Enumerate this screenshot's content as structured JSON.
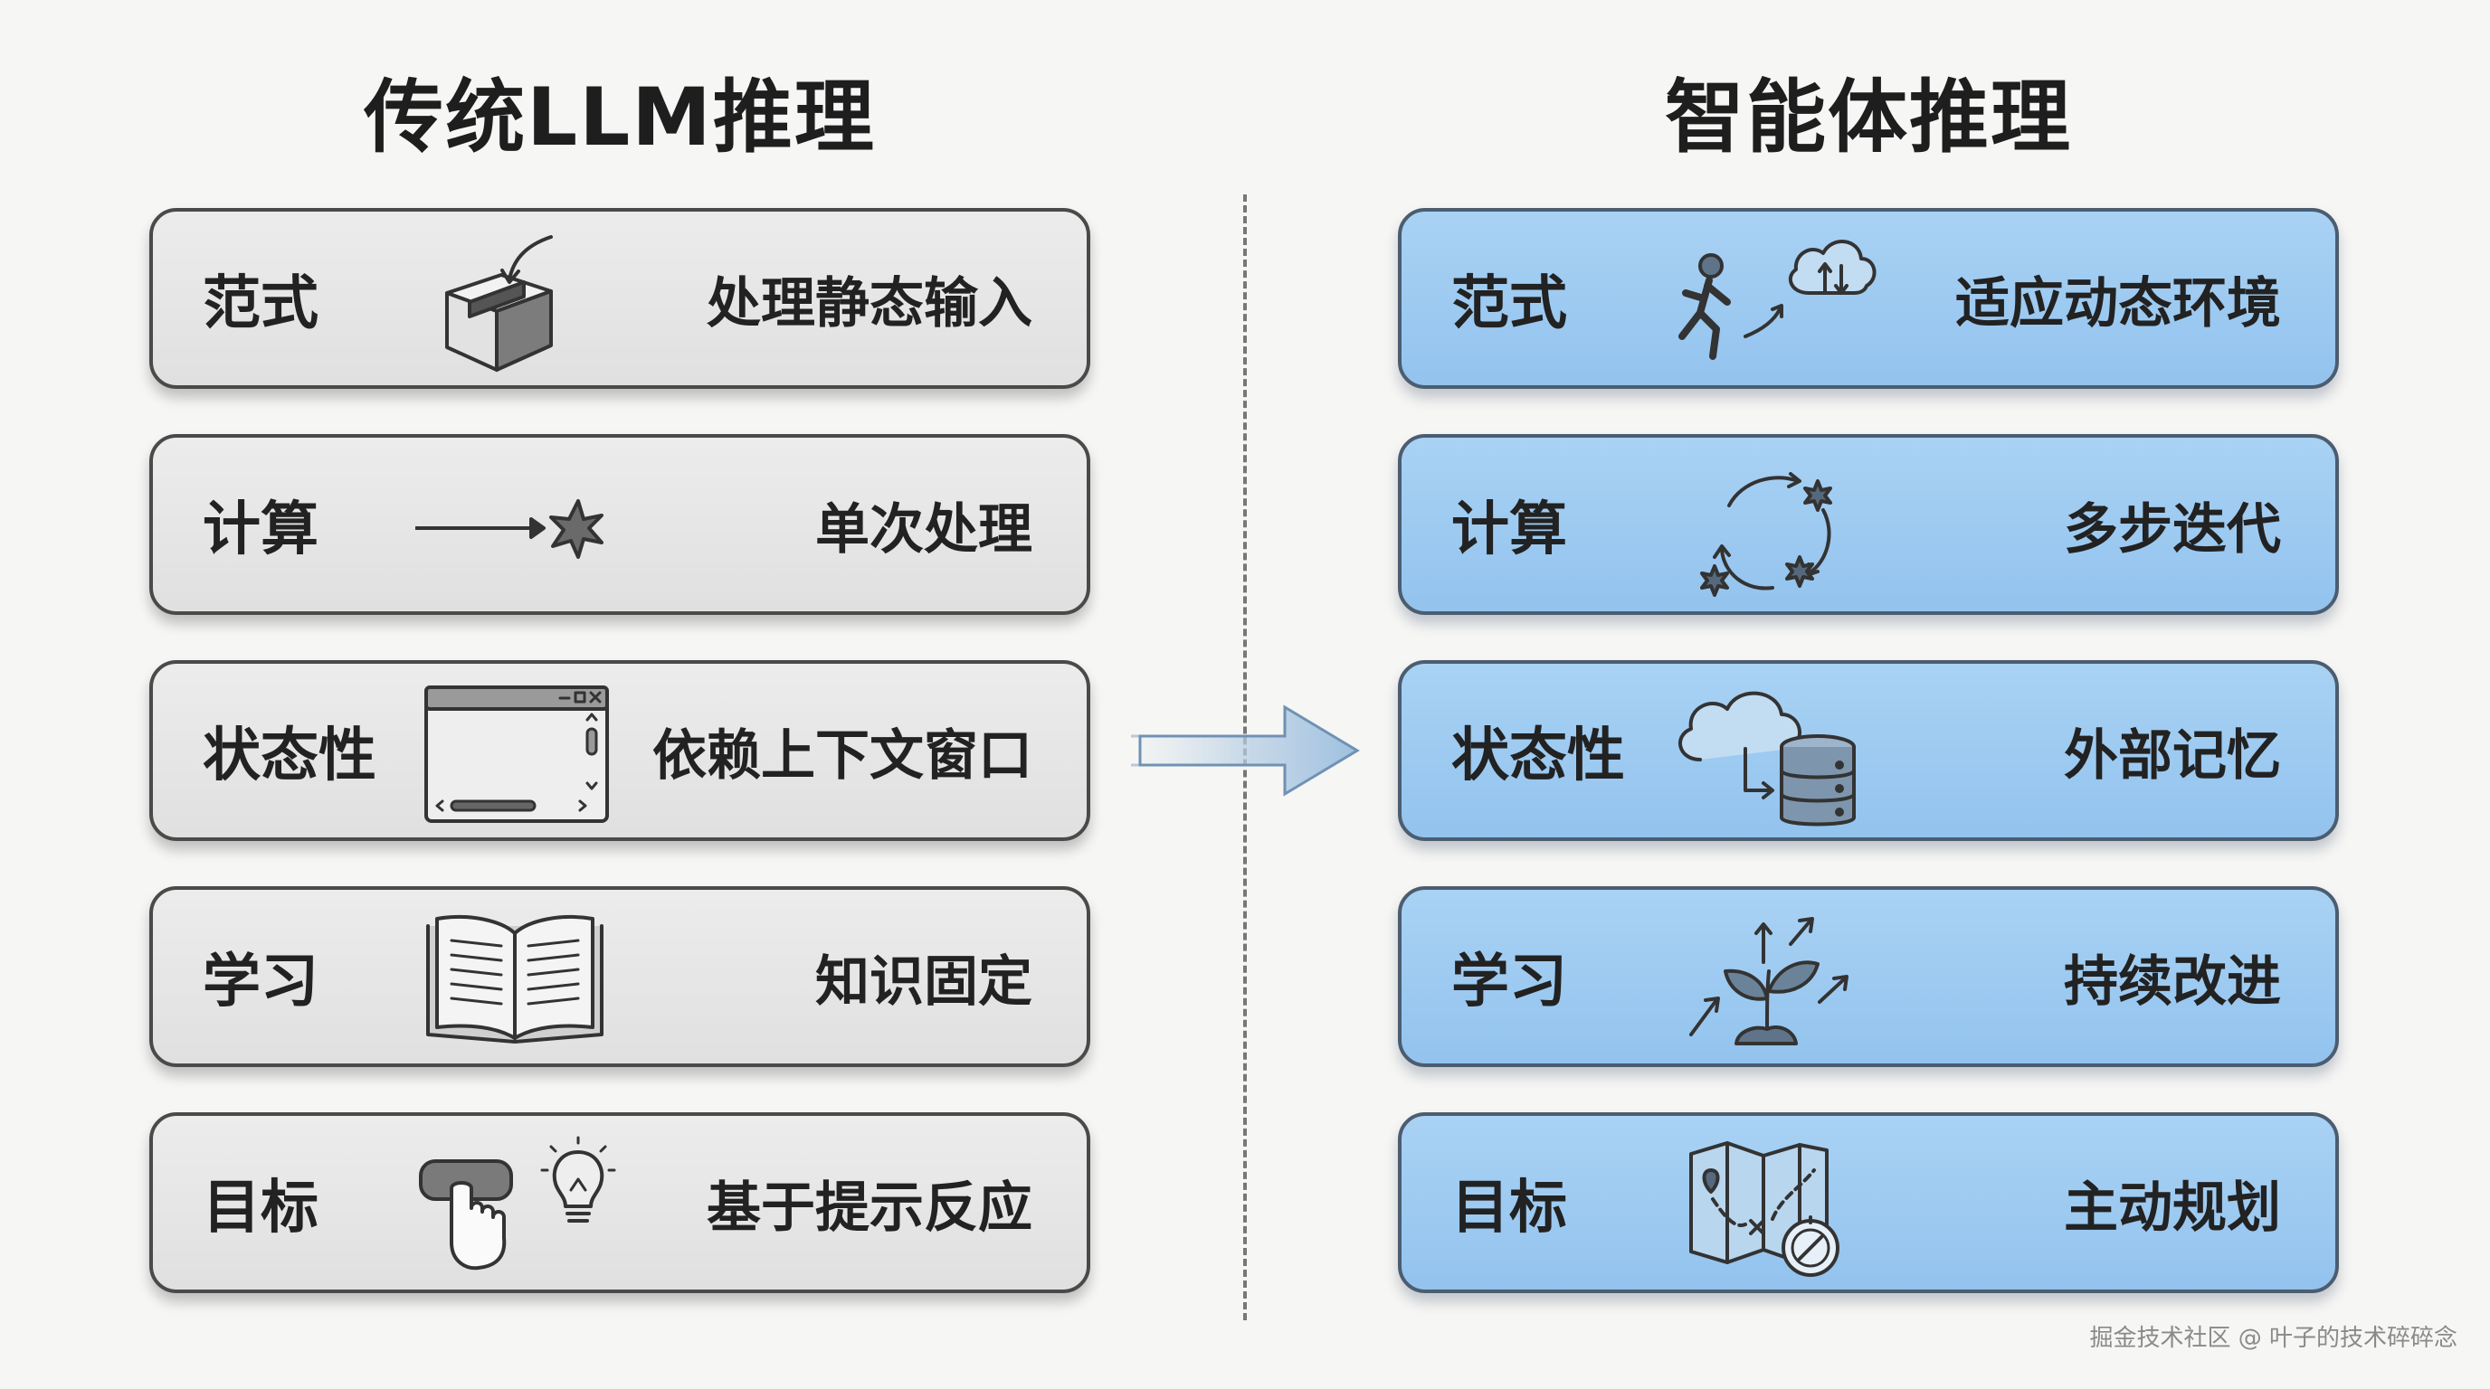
{
  "left": {
    "title": "传统LLM推理",
    "rows": [
      {
        "label": "范式",
        "desc": "处理静态输入",
        "icon": "box-with-incoming-arrow-icon"
      },
      {
        "label": "计算",
        "desc": "单次处理",
        "icon": "arrow-to-burst-icon"
      },
      {
        "label": "状态性",
        "desc": "依赖上下文窗口",
        "icon": "context-window-icon"
      },
      {
        "label": "学习",
        "desc": "知识固定",
        "icon": "open-book-icon"
      },
      {
        "label": "目标",
        "desc": "基于提示反应",
        "icon": "button-press-lightbulb-icon"
      }
    ]
  },
  "right": {
    "title": "智能体推理",
    "rows": [
      {
        "label": "范式",
        "desc": "适应动态环境",
        "icon": "runner-to-cloud-icon"
      },
      {
        "label": "计算",
        "desc": "多步迭代",
        "icon": "iteration-cycle-icon"
      },
      {
        "label": "状态性",
        "desc": "外部记忆",
        "icon": "cloud-database-icon"
      },
      {
        "label": "学习",
        "desc": "持续改进",
        "icon": "growing-plant-icon"
      },
      {
        "label": "目标",
        "desc": "主动规划",
        "icon": "map-compass-icon"
      }
    ]
  },
  "watermark": "掘金技术社区 @ 叶子的技术碎碎念",
  "colors": {
    "left_card": "#e6e6e6",
    "right_card": "#9ecbf2",
    "border": "#4a4a4a",
    "arrow": "#8fb4d6"
  }
}
